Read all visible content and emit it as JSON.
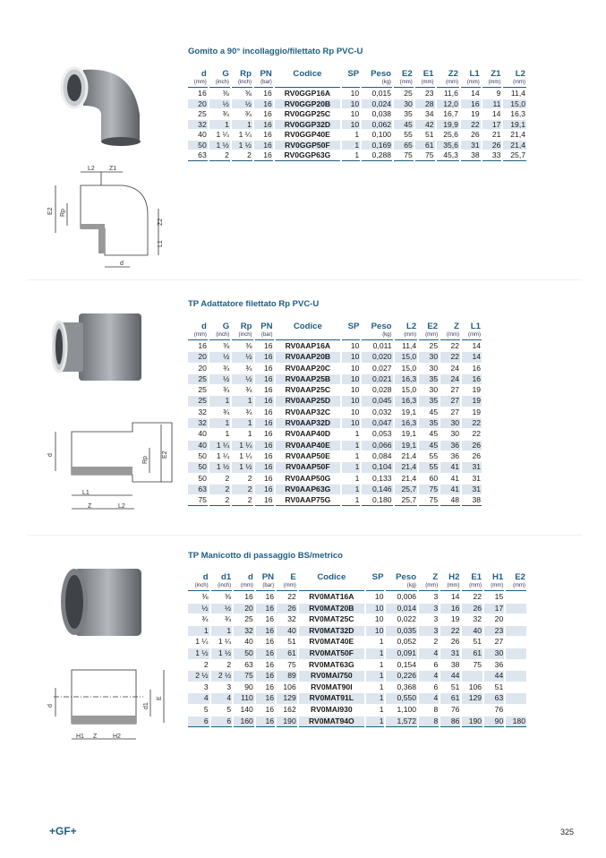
{
  "tables": [
    {
      "title": "Gomito a 90° incollaggio/filettato Rp PVC-U",
      "columns": [
        {
          "label": "d",
          "unit": "(mm)"
        },
        {
          "label": "G",
          "unit": "(inch)"
        },
        {
          "label": "Rp",
          "unit": "(inch)"
        },
        {
          "label": "PN",
          "unit": "(bar)"
        },
        {
          "label": "Codice",
          "unit": ""
        },
        {
          "label": "SP",
          "unit": ""
        },
        {
          "label": "Peso",
          "unit": "(kg)"
        },
        {
          "label": "E2",
          "unit": "(mm)"
        },
        {
          "label": "E1",
          "unit": "(mm)"
        },
        {
          "label": "Z2",
          "unit": "(mm)"
        },
        {
          "label": "L1",
          "unit": "(mm)"
        },
        {
          "label": "Z1",
          "unit": "(mm)"
        },
        {
          "label": "L2",
          "unit": "(mm)"
        }
      ],
      "code_col": 4,
      "rows": [
        [
          "16",
          "⅜",
          "⅜",
          "16",
          "RV0GGP16A",
          "10",
          "0,015",
          "25",
          "23",
          "11,6",
          "14",
          "9",
          "11,4"
        ],
        [
          "20",
          "½",
          "½",
          "16",
          "RV0GGP20B",
          "10",
          "0,024",
          "30",
          "28",
          "12,0",
          "16",
          "11",
          "15,0"
        ],
        [
          "25",
          "¾",
          "¾",
          "16",
          "RV0GGP25C",
          "10",
          "0,038",
          "35",
          "34",
          "16,7",
          "19",
          "14",
          "16,3"
        ],
        [
          "32",
          "1",
          "1",
          "16",
          "RV0GGP32D",
          "10",
          "0,062",
          "45",
          "42",
          "19,9",
          "22",
          "17",
          "19,1"
        ],
        [
          "40",
          "1 ¼",
          "1 ¼",
          "16",
          "RV0GGP40E",
          "1",
          "0,100",
          "55",
          "51",
          "25,6",
          "26",
          "21",
          "21,4"
        ],
        [
          "50",
          "1 ½",
          "1 ½",
          "16",
          "RV0GGP50F",
          "1",
          "0,169",
          "65",
          "61",
          "35,6",
          "31",
          "26",
          "21,4"
        ],
        [
          "63",
          "2",
          "2",
          "16",
          "RV0GGP63G",
          "1",
          "0,288",
          "75",
          "75",
          "45,3",
          "38",
          "33",
          "25,7"
        ]
      ]
    },
    {
      "title": "TP Adattatore filettato Rp PVC-U",
      "columns": [
        {
          "label": "d",
          "unit": "(mm)"
        },
        {
          "label": "G",
          "unit": "(inch)"
        },
        {
          "label": "Rp",
          "unit": "(inch)"
        },
        {
          "label": "PN",
          "unit": "(bar)"
        },
        {
          "label": "Codice",
          "unit": ""
        },
        {
          "label": "SP",
          "unit": ""
        },
        {
          "label": "Peso",
          "unit": "(kg)"
        },
        {
          "label": "L2",
          "unit": "(mm)"
        },
        {
          "label": "E2",
          "unit": "(mm)"
        },
        {
          "label": "Z",
          "unit": "(mm)"
        },
        {
          "label": "L1",
          "unit": "(mm)"
        }
      ],
      "code_col": 4,
      "rows": [
        [
          "16",
          "⅜",
          "⅜",
          "16",
          "RV0AAP16A",
          "10",
          "0,011",
          "11,4",
          "25",
          "22",
          "14"
        ],
        [
          "20",
          "½",
          "½",
          "16",
          "RV0AAP20B",
          "10",
          "0,020",
          "15,0",
          "30",
          "22",
          "14"
        ],
        [
          "20",
          "¾",
          "¾",
          "16",
          "RV0AAP20C",
          "10",
          "0,027",
          "15,0",
          "30",
          "24",
          "16"
        ],
        [
          "25",
          "½",
          "½",
          "16",
          "RV0AAP25B",
          "10",
          "0,021",
          "16,3",
          "35",
          "24",
          "16"
        ],
        [
          "25",
          "¾",
          "¾",
          "16",
          "RV0AAP25C",
          "10",
          "0,028",
          "15,0",
          "30",
          "27",
          "19"
        ],
        [
          "25",
          "1",
          "1",
          "16",
          "RV0AAP25D",
          "10",
          "0,045",
          "16,3",
          "35",
          "27",
          "19"
        ],
        [
          "32",
          "¾",
          "¾",
          "16",
          "RV0AAP32C",
          "10",
          "0,032",
          "19,1",
          "45",
          "27",
          "19"
        ],
        [
          "32",
          "1",
          "1",
          "16",
          "RV0AAP32D",
          "10",
          "0,047",
          "16,3",
          "35",
          "30",
          "22"
        ],
        [
          "40",
          "1",
          "1",
          "16",
          "RV0AAP40D",
          "1",
          "0,053",
          "19,1",
          "45",
          "30",
          "22"
        ],
        [
          "40",
          "1 ¼",
          "1 ¼",
          "16",
          "RV0AAP40E",
          "1",
          "0,066",
          "19,1",
          "45",
          "36",
          "26"
        ],
        [
          "50",
          "1 ¼",
          "1 ¼",
          "16",
          "RV0AAP50E",
          "1",
          "0,084",
          "21,4",
          "55",
          "36",
          "26"
        ],
        [
          "50",
          "1 ½",
          "1 ½",
          "16",
          "RV0AAP50F",
          "1",
          "0,104",
          "21,4",
          "55",
          "41",
          "31"
        ],
        [
          "50",
          "2",
          "2",
          "16",
          "RV0AAP50G",
          "1",
          "0,133",
          "21,4",
          "60",
          "41",
          "31"
        ],
        [
          "63",
          "2",
          "2",
          "16",
          "RV0AAP63G",
          "1",
          "0,146",
          "25,7",
          "75",
          "41",
          "31"
        ],
        [
          "75",
          "2",
          "2",
          "16",
          "RV0AAP75G",
          "1",
          "0,180",
          "25,7",
          "75",
          "48",
          "38"
        ]
      ]
    },
    {
      "title": "TP Manicotto di passaggio BS/metrico",
      "columns": [
        {
          "label": "d",
          "unit": "(inch)"
        },
        {
          "label": "d1",
          "unit": "(inch)"
        },
        {
          "label": "d",
          "unit": "(mm)"
        },
        {
          "label": "PN",
          "unit": "(bar)"
        },
        {
          "label": "E",
          "unit": "(mm)"
        },
        {
          "label": "Codice",
          "unit": ""
        },
        {
          "label": "SP",
          "unit": ""
        },
        {
          "label": "Peso",
          "unit": "(kg)"
        },
        {
          "label": "Z",
          "unit": "(mm)"
        },
        {
          "label": "H2",
          "unit": "(mm)"
        },
        {
          "label": "E1",
          "unit": "(mm)"
        },
        {
          "label": "H1",
          "unit": "(mm)"
        },
        {
          "label": "E2",
          "unit": "(mm)"
        }
      ],
      "code_col": 5,
      "rows": [
        [
          "⅜",
          "⅜",
          "16",
          "16",
          "22",
          "RV0MAT16A",
          "10",
          "0,006",
          "3",
          "14",
          "22",
          "15",
          ""
        ],
        [
          "½",
          "½",
          "20",
          "16",
          "26",
          "RV0MAT20B",
          "10",
          "0,014",
          "3",
          "16",
          "26",
          "17",
          ""
        ],
        [
          "¾",
          "¾",
          "25",
          "16",
          "32",
          "RV0MAT25C",
          "10",
          "0,022",
          "3",
          "19",
          "32",
          "20",
          ""
        ],
        [
          "1",
          "1",
          "32",
          "16",
          "40",
          "RV0MAT32D",
          "10",
          "0,035",
          "3",
          "22",
          "40",
          "23",
          ""
        ],
        [
          "1 ¼",
          "1 ¼",
          "40",
          "16",
          "51",
          "RV0MAT40E",
          "1",
          "0,052",
          "2",
          "26",
          "51",
          "27",
          ""
        ],
        [
          "1 ½",
          "1 ½",
          "50",
          "16",
          "61",
          "RV0MAT50F",
          "1",
          "0,091",
          "4",
          "31",
          "61",
          "30",
          ""
        ],
        [
          "2",
          "2",
          "63",
          "16",
          "75",
          "RV0MAT63G",
          "1",
          "0,154",
          "6",
          "38",
          "75",
          "36",
          ""
        ],
        [
          "2 ½",
          "2 ½",
          "75",
          "16",
          "89",
          "RV0MAI750",
          "1",
          "0,226",
          "4",
          "44",
          "",
          "44",
          ""
        ],
        [
          "3",
          "3",
          "90",
          "16",
          "106",
          "RV0MAT90I",
          "1",
          "0,368",
          "6",
          "51",
          "106",
          "51",
          ""
        ],
        [
          "4",
          "4",
          "110",
          "16",
          "129",
          "RV0MAT91L",
          "1",
          "0,550",
          "4",
          "61",
          "129",
          "63",
          ""
        ],
        [
          "5",
          "5",
          "140",
          "16",
          "162",
          "RV0MAI930",
          "1",
          "1,100",
          "8",
          "76",
          "",
          "76",
          ""
        ],
        [
          "6",
          "6",
          "160",
          "16",
          "190",
          "RV0MAT94O",
          "1",
          "1,572",
          "8",
          "86",
          "190",
          "90",
          "180"
        ]
      ]
    }
  ],
  "diagrams": {
    "elbow": {
      "l2": "L2",
      "z1": "Z1",
      "e2": "E2",
      "rp": "Rp",
      "z2": "Z2",
      "l1": "L1",
      "d": "d"
    },
    "adapter": {
      "d": "d",
      "rp": "Rp",
      "e2": "E2",
      "l1": "L1",
      "z": "Z",
      "l2": "L2"
    },
    "socket": {
      "d": "d",
      "d1": "d1",
      "e": "E",
      "h1": "H1",
      "z": "Z",
      "h2": "H2"
    }
  },
  "footer": {
    "logo": "+GF+",
    "page_number": "325"
  },
  "colors": {
    "accent": "#1f5d82",
    "row_shade": "#dde6ee"
  }
}
